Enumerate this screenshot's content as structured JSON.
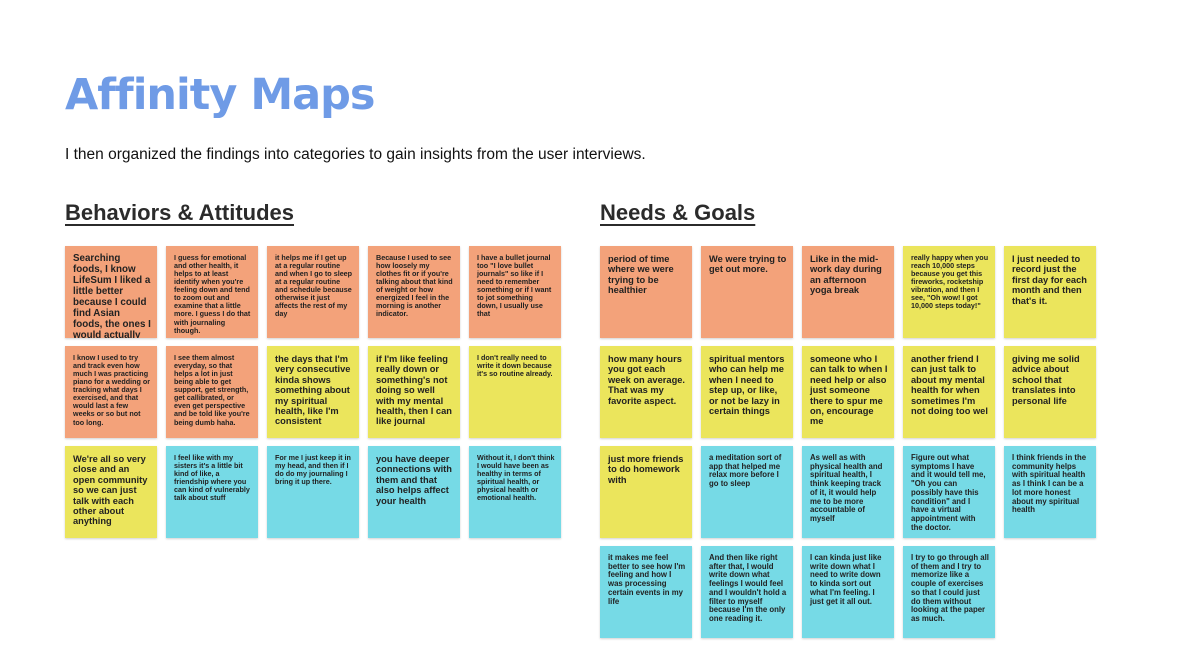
{
  "page": {
    "title": "Affinity Maps",
    "subtitle": "I then organized the findings into categories to gain insights from the user interviews.",
    "colors": {
      "title": "#6f9be6",
      "orange_note": "#f3a27a",
      "yellow_note": "#ebe55c",
      "blue_note": "#76dae6"
    }
  },
  "sections": [
    {
      "heading": "Behaviors & Attitudes",
      "notes": [
        {
          "color": "orange",
          "size": "xl",
          "text": "Searching foods, I know LifeSum I liked a little better because I could find Asian foods, the ones I would actually eat"
        },
        {
          "color": "orange",
          "size": "xs",
          "text": "I guess for emotional and other health, it helps to at least identify when you're feeling down and tend to zoom out and examine that a little more. I guess I do that with journaling though."
        },
        {
          "color": "orange",
          "size": "xs",
          "text": "it helps me if I get up at a regular routine and when I go to sleep at a regular routine and schedule because otherwise it just affects the rest of my day"
        },
        {
          "color": "orange",
          "size": "xs",
          "text": "Because I used to see how loosely my clothes fit or if you're talking about that kind of weight or how energized I feel in the morning is another indicator."
        },
        {
          "color": "orange",
          "size": "xs",
          "text": "I have a bullet journal too \"I love bullet journals\" so like if I need to remember something or if I want to jot something down, I usually use that"
        },
        {
          "color": "orange",
          "size": "xs",
          "text": "I know I used to try and track even how much I was practicing piano for a wedding or tracking what days I exercised, and that would last a few weeks or so but not too long."
        },
        {
          "color": "orange",
          "size": "xs",
          "text": "I see them almost everyday, so that helps a lot in just being able to get support, get strength, get callibrated, or even get perspective and be told like you're being dumb haha."
        },
        {
          "color": "yellow",
          "size": "lg",
          "text": "the days that I'm very consecutive kinda shows something about my spiritual health, like I'm consistent"
        },
        {
          "color": "yellow",
          "size": "lg",
          "text": "if I'm like feeling really down or something's not doing so well with my mental health, then I can like journal"
        },
        {
          "color": "yellow",
          "size": "xs",
          "text": "I don't really need to write it down because it's so routine already."
        },
        {
          "color": "yellow",
          "size": "lg",
          "text": "We're all so very close and an open community so we can just talk with each other about anything"
        },
        {
          "color": "blue",
          "size": "xs",
          "text": "I feel like with my sisters it's a little bit kind of like, a friendship where you can kind of vulnerably talk about stuff"
        },
        {
          "color": "blue",
          "size": "xs",
          "text": "For me I just keep it in my head, and then if I do do my journaling I bring it up there."
        },
        {
          "color": "blue",
          "size": "lg",
          "text": "you have deeper connections with them and that also helps affect your health"
        },
        {
          "color": "blue",
          "size": "xs",
          "text": "Without it, I don't think I would have been as healthy in terms of spiritual health, or physical health or emotional health."
        }
      ]
    },
    {
      "heading": "Needs & Goals",
      "notes": [
        {
          "color": "orange",
          "size": "lg",
          "text": "period of time where we were trying to be healthier"
        },
        {
          "color": "orange",
          "size": "lg",
          "text": "We were trying to get out more."
        },
        {
          "color": "orange",
          "size": "lg",
          "text": "Like in the mid-work day during an afternoon yoga break"
        },
        {
          "color": "yellow",
          "size": "xs",
          "text": "really happy when you reach 10,000 steps because you get this fireworks, rocketship vibration, and then I see, \"Oh wow! I got 10,000 steps today!\""
        },
        {
          "color": "yellow",
          "size": "lg",
          "text": "I just needed to record just the first day for each month and then that's it."
        },
        {
          "color": "yellow",
          "size": "lg",
          "text": "how many hours you got each week on average. That was my favorite aspect."
        },
        {
          "color": "yellow",
          "size": "lg",
          "text": "spiritual mentors who can help me when I need to step up, or like, or not be lazy in certain things"
        },
        {
          "color": "yellow",
          "size": "lg",
          "text": "someone who I can talk to when I need help or also just someone there to spur me on, encourage me"
        },
        {
          "color": "yellow",
          "size": "lg",
          "text": "another friend I can just talk to about my mental health for when sometimes I'm not doing too wel"
        },
        {
          "color": "yellow",
          "size": "lg",
          "text": "giving me solid advice about school that translates into personal life"
        },
        {
          "color": "yellow",
          "size": "lg",
          "text": "just more friends to do homework with"
        },
        {
          "color": "blue",
          "size": "sm",
          "text": "a meditation sort of app that helped me relax more before I go to sleep"
        },
        {
          "color": "blue",
          "size": "sm",
          "text": "As well as with physical health and spiritual health, I think keeping track of it, it would help me to be more accountable of myself"
        },
        {
          "color": "blue",
          "size": "sm",
          "text": "Figure out what symptoms I have and it would tell me, \"Oh you can possibly have this condition\" and I have a virtual appointment with the doctor."
        },
        {
          "color": "blue",
          "size": "sm",
          "text": "I think friends in the community helps with spiritual health as I think I can be a lot more honest about my spiritual health"
        },
        {
          "color": "blue",
          "size": "sm",
          "text": "it makes me feel better to see how I'm feeling and how I was processing certain events in my life"
        },
        {
          "color": "blue",
          "size": "sm",
          "text": "And then like right after that, I would write down what feelings I would feel and I wouldn't hold a filter to myself because I'm the only one reading it."
        },
        {
          "color": "blue",
          "size": "sm",
          "text": "I can kinda just like write down what I need to write down to kinda sort out what I'm feeling. I just get it all out."
        },
        {
          "color": "blue",
          "size": "sm",
          "text": "I try to go through all of them and I try to memorize like a couple of exercises so that I could just do them without looking at the paper as much."
        }
      ]
    }
  ]
}
